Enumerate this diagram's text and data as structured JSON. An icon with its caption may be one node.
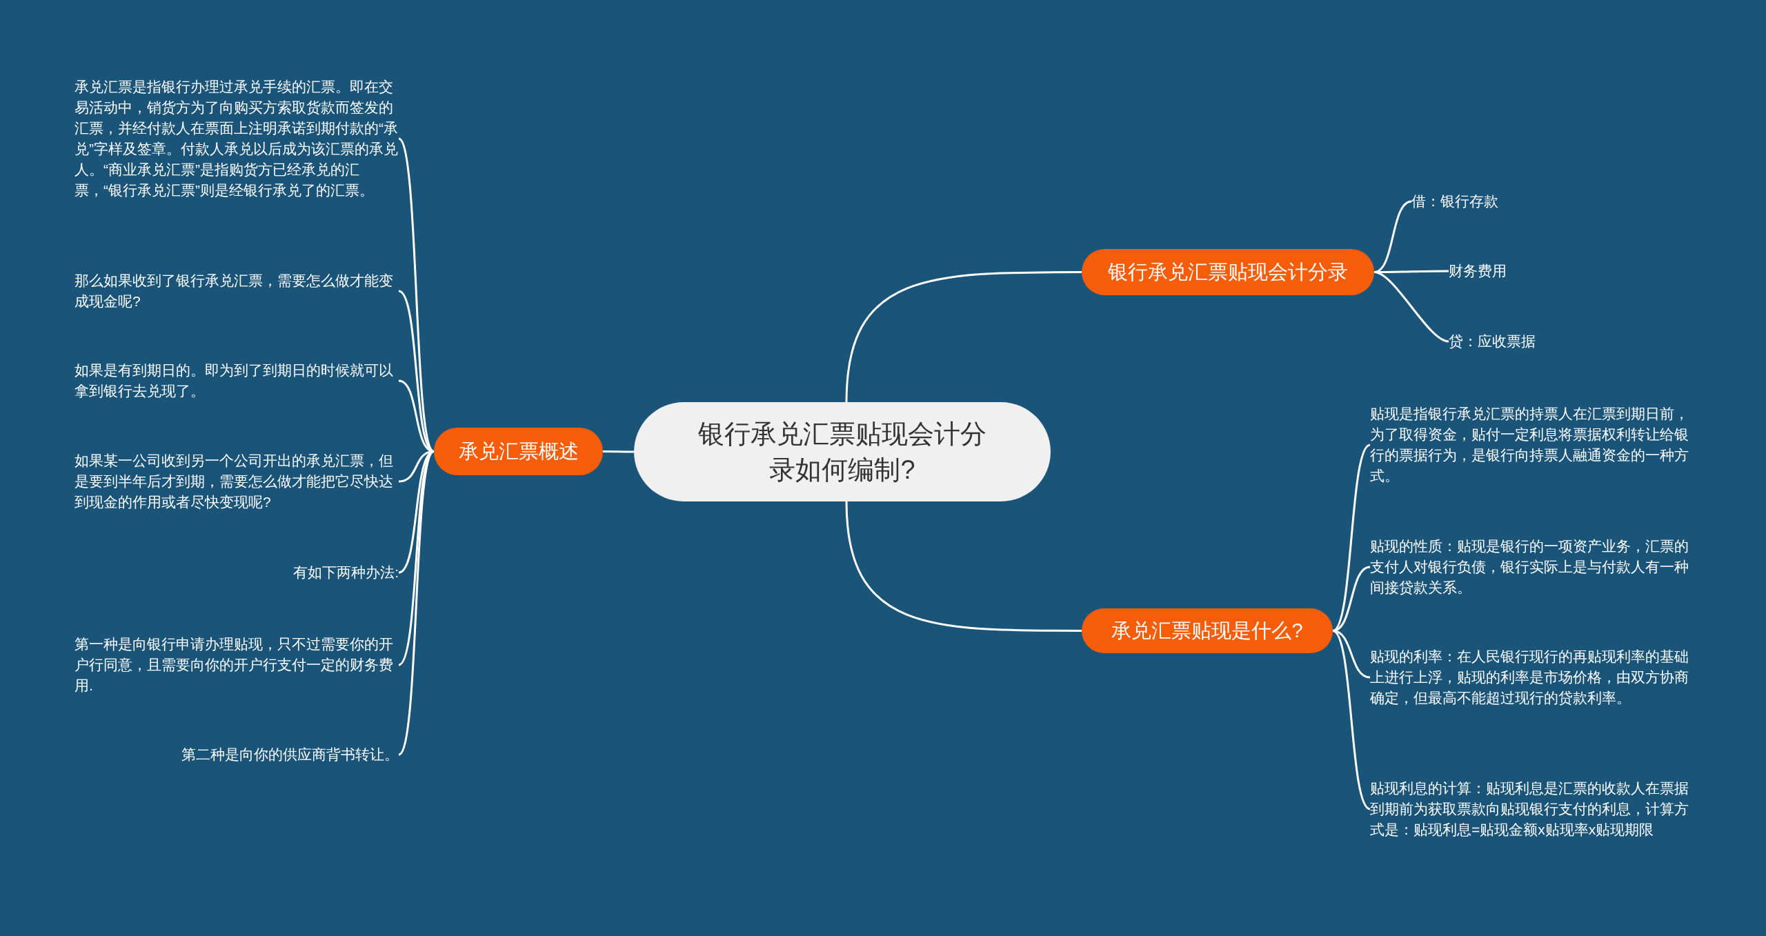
{
  "diagram": {
    "nodes": [
      {
        "text": [
          "银行承兑汇票贴现会计分录如何编制?"
        ]
      },
      {
        "text": [
          "承兑汇票概述"
        ]
      },
      {
        "text": [
          "承兑汇票是指银行办理过承兑手续的汇票。即在交易活动中，销货方为了向购买方索取货款而签发的汇票，并经付款人在票面上注明承诺到期付款的“承兑”字样及签章。付款人承兑以后成为该汇票的承兑人。“商业承兑汇票”是指购货方已经承兑的汇票，“银行承兑汇票”则是经银行承兑了的汇票。"
        ]
      },
      {
        "text": [
          "那么如果收到了银行承兑汇票，需要怎么做才能变成现金呢?"
        ]
      },
      {
        "text": [
          "如果是有到期日的。即为到了到期日的时候就可以拿到银行去兑现了。"
        ]
      },
      {
        "text": [
          "如果某一公司收到另一个公司开出的承兑汇票，但是要到半年后才到期，需要怎么做才能把它尽快达到现金的作用或者尽快变现呢?"
        ]
      },
      {
        "text": [
          "有如下两种办法:"
        ]
      },
      {
        "text": [
          "第一种是向银行申请办理贴现，只不过需要你的开户行同意，且需要向你的开户行支付一定的财务费用."
        ]
      },
      {
        "text": [
          "第二种是向你的供应商背书转让。"
        ]
      },
      {
        "text": [
          "银行承兑汇票贴现会计分录"
        ]
      },
      {
        "text": [
          "借：银行存款"
        ]
      },
      {
        "text": [
          "财务费用"
        ]
      },
      {
        "text": [
          "贷：应收票据"
        ]
      },
      {
        "text": [
          "承兑汇票贴现是什么?"
        ]
      },
      {
        "text": [
          "贴现是指银行承兑汇票的持票人在汇票到期日前，为了取得资金，贴付一定利息将票据权利转让给银行的票据行为，是银行向持票人融通资金的一种方式。"
        ]
      },
      {
        "text": [
          "贴现的性质：贴现是银行的一项资产业务，汇票的支付人对银行负债，银行实际上是与付款人有一种间接贷款关系。"
        ]
      },
      {
        "text": [
          "贴现的利率：在人民银行现行的再贴现利率的基础上进行上浮，贴现的利率是市场价格，由双方协商确定，但最高不能超过现行的贷款利率。"
        ]
      },
      {
        "text": [
          "贴现利息的计算：贴现利息是汇票的收款人在票据到期前为获取票款向贴现银行支付的利息，计算方式是：贴现利息=贴现金额x贴现率x贴现期限"
        ]
      }
    ],
    "edges": [
      {
        "from": 0,
        "to": 1,
        "arrow": "none"
      },
      {
        "from": 0,
        "to": 9,
        "arrow": "none"
      },
      {
        "from": 0,
        "to": 13,
        "arrow": "none"
      },
      {
        "from": 1,
        "to": 2,
        "arrow": "none"
      },
      {
        "from": 1,
        "to": 3,
        "arrow": "none"
      },
      {
        "from": 1,
        "to": 4,
        "arrow": "none"
      },
      {
        "from": 1,
        "to": 5,
        "arrow": "none"
      },
      {
        "from": 1,
        "to": 6,
        "arrow": "none"
      },
      {
        "from": 1,
        "to": 7,
        "arrow": "none"
      },
      {
        "from": 1,
        "to": 8,
        "arrow": "none"
      },
      {
        "from": 9,
        "to": 10,
        "arrow": "none"
      },
      {
        "from": 9,
        "to": 11,
        "arrow": "none"
      },
      {
        "from": 9,
        "to": 12,
        "arrow": "none"
      },
      {
        "from": 13,
        "to": 14,
        "arrow": "none"
      },
      {
        "from": 13,
        "to": 15,
        "arrow": "none"
      },
      {
        "from": 13,
        "to": 16,
        "arrow": "none"
      },
      {
        "from": 13,
        "to": 17,
        "arrow": "none"
      }
    ]
  }
}
